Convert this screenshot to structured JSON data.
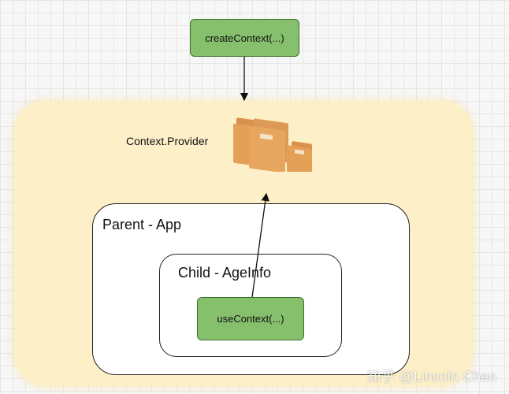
{
  "diagram": {
    "create_context": "createContext(...)",
    "provider_label": "Context.Provider",
    "parent_label": "Parent - App",
    "child_label": "Child - AgeInfo",
    "use_context": "useContext(...)",
    "folder_icon": "folders-icon",
    "colors": {
      "provider_region": "#fdefc8",
      "node_fill": "#86c06c",
      "folder": "#e3a056"
    }
  },
  "watermark": "知乎 @Lincoln Chen"
}
